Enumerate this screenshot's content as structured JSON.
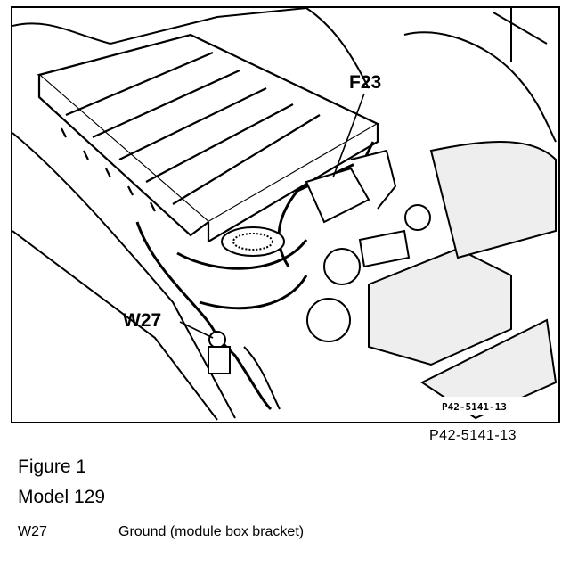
{
  "figure": {
    "callouts": {
      "fuse": "F23",
      "ground": "W27"
    },
    "inner_reference": "P42-5141-13",
    "reference_number": "P42-5141-13"
  },
  "caption": {
    "title": "Figure 1",
    "model": "Model 129"
  },
  "legend": [
    {
      "code": "W27",
      "description": "Ground (module box bracket)"
    }
  ]
}
